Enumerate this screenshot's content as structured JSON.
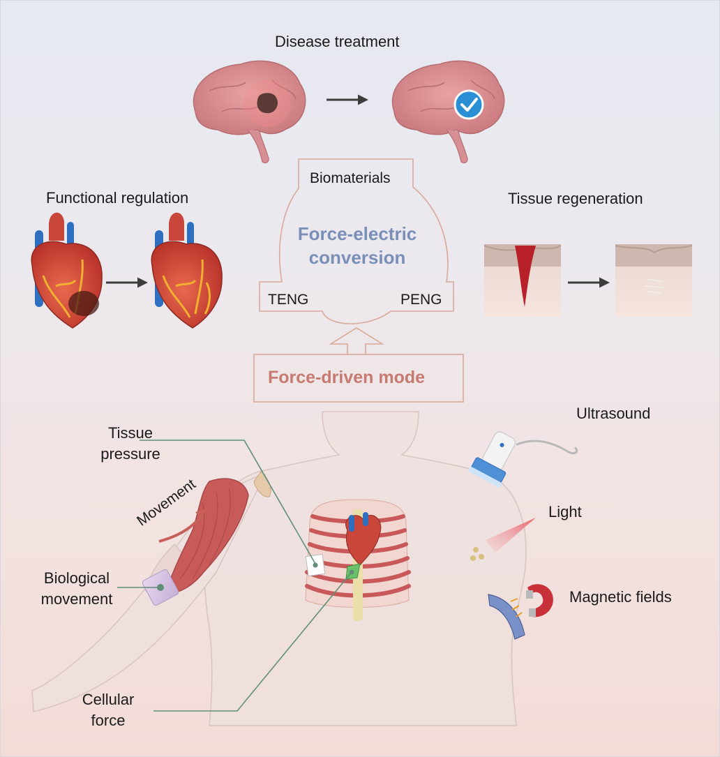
{
  "labels": {
    "disease_treatment": "Disease treatment",
    "functional_regulation": "Functional regulation",
    "tissue_regeneration": "Tissue regeneration",
    "biomaterials": "Biomaterials",
    "force_electric_line1": "Force-electric",
    "force_electric_line2": "conversion",
    "teng": "TENG",
    "peng": "PENG",
    "force_driven_mode": "Force-driven mode",
    "tissue_pressure_line1": "Tissue",
    "tissue_pressure_line2": "pressure",
    "movement": "Movement",
    "biological_movement_line1": "Biological",
    "biological_movement_line2": "movement",
    "cellular_force_line1": "Cellular",
    "cellular_force_line2": "force",
    "ultrasound": "Ultrasound",
    "light": "Light",
    "magnetic_fields": "Magnetic fields"
  },
  "colors": {
    "hub_text": "#7a8fb8",
    "mode_text": "#c77a70",
    "outline": "#d9a898",
    "leader_line": "#5f8f78",
    "arrow": "#3c3c3c"
  }
}
